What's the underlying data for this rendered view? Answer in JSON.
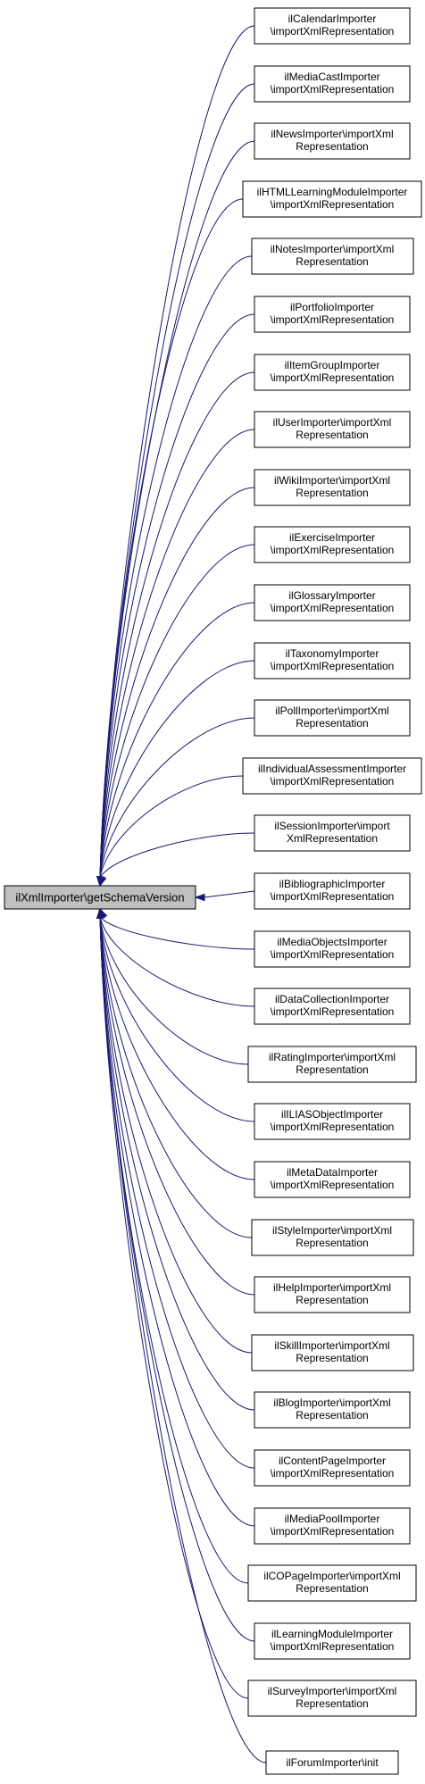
{
  "root": {
    "label": "ilXmlImporter\\getSchemaVersion"
  },
  "callers": [
    {
      "lines": [
        "ilCalendarImporter",
        "\\importXmlRepresentation"
      ]
    },
    {
      "lines": [
        "ilMediaCastImporter",
        "\\importXmlRepresentation"
      ]
    },
    {
      "lines": [
        "ilNewsImporter\\importXml",
        "Representation"
      ]
    },
    {
      "lines": [
        "ilHTMLLearningModuleImporter",
        "\\importXmlRepresentation"
      ]
    },
    {
      "lines": [
        "ilNotesImporter\\importXml",
        "Representation"
      ]
    },
    {
      "lines": [
        "ilPortfolioImporter",
        "\\importXmlRepresentation"
      ]
    },
    {
      "lines": [
        "ilItemGroupImporter",
        "\\importXmlRepresentation"
      ]
    },
    {
      "lines": [
        "ilUserImporter\\importXml",
        "Representation"
      ]
    },
    {
      "lines": [
        "ilWikiImporter\\importXml",
        "Representation"
      ]
    },
    {
      "lines": [
        "ilExerciseImporter",
        "\\importXmlRepresentation"
      ]
    },
    {
      "lines": [
        "ilGlossaryImporter",
        "\\importXmlRepresentation"
      ]
    },
    {
      "lines": [
        "ilTaxonomyImporter",
        "\\importXmlRepresentation"
      ]
    },
    {
      "lines": [
        "ilPollImporter\\importXml",
        "Representation"
      ]
    },
    {
      "lines": [
        "ilIndividualAssessmentImporter",
        "\\importXmlRepresentation"
      ]
    },
    {
      "lines": [
        "ilSessionImporter\\import",
        "XmlRepresentation"
      ]
    },
    {
      "lines": [
        "ilBibliographicImporter",
        "\\importXmlRepresentation"
      ]
    },
    {
      "lines": [
        "ilMediaObjectsImporter",
        "\\importXmlRepresentation"
      ]
    },
    {
      "lines": [
        "ilDataCollectionImporter",
        "\\importXmlRepresentation"
      ]
    },
    {
      "lines": [
        "ilRatingImporter\\importXml",
        "Representation"
      ]
    },
    {
      "lines": [
        "ilILIASObjectImporter",
        "\\importXmlRepresentation"
      ]
    },
    {
      "lines": [
        "ilMetaDataImporter",
        "\\importXmlRepresentation"
      ]
    },
    {
      "lines": [
        "ilStyleImporter\\importXml",
        "Representation"
      ]
    },
    {
      "lines": [
        "ilHelpImporter\\importXml",
        "Representation"
      ]
    },
    {
      "lines": [
        "ilSkillImporter\\importXml",
        "Representation"
      ]
    },
    {
      "lines": [
        "ilBlogImporter\\importXml",
        "Representation"
      ]
    },
    {
      "lines": [
        "ilContentPageImporter",
        "\\importXmlRepresentation"
      ]
    },
    {
      "lines": [
        "ilMediaPoolImporter",
        "\\importXmlRepresentation"
      ]
    },
    {
      "lines": [
        "ilCOPageImporter\\importXml",
        "Representation"
      ]
    },
    {
      "lines": [
        "ilLearningModuleImporter",
        "\\importXmlRepresentation"
      ]
    },
    {
      "lines": [
        "ilSurveyImporter\\importXml",
        "Representation"
      ]
    },
    {
      "lines": [
        "ilForumImporter\\init"
      ]
    }
  ],
  "colors": {
    "edge": "#191970",
    "root_fill": "#bfbfbf",
    "node_fill": "#ffffff",
    "border": "#000000"
  }
}
